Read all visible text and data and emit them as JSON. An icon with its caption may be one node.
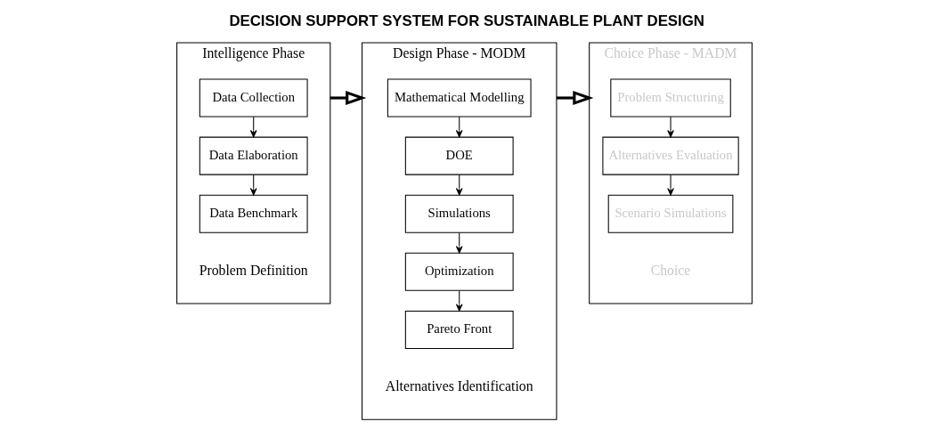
{
  "diagram": {
    "title": "DECISION SUPPORT SYSTEM FOR SUSTAINABLE PLANT DESIGN",
    "nodes": [
      {
        "text": [
          "Intelligence Phase",
          "Problem Definition"
        ]
      },
      {
        "text": [
          "Data Collection"
        ],
        "in": 0
      },
      {
        "text": [
          "Data Elaboration"
        ],
        "in": 0
      },
      {
        "text": [
          "Data Benchmark"
        ],
        "in": 0
      },
      {
        "text": [
          "Design Phase - MODM",
          "Alternatives Identification"
        ]
      },
      {
        "text": [
          "Mathematical Modelling"
        ],
        "in": 4
      },
      {
        "text": [
          "DOE"
        ],
        "in": 4
      },
      {
        "text": [
          "Simulations"
        ],
        "in": 4
      },
      {
        "text": [
          "Optimization"
        ],
        "in": 4
      },
      {
        "text": [
          "Pareto Front"
        ],
        "in": 4
      },
      {
        "text": [
          "Choice Phase - MADM",
          "Choice"
        ]
      },
      {
        "text": [
          "Problem Structuring"
        ],
        "in": 10
      },
      {
        "text": [
          "Alternatives Evaluation"
        ],
        "in": 10
      },
      {
        "text": [
          "Scenario Simulations"
        ],
        "in": 10
      }
    ],
    "edges": [
      {
        "from": 1,
        "to": 2,
        "arrow": "to"
      },
      {
        "from": 2,
        "to": 3,
        "arrow": "to"
      },
      {
        "from": 5,
        "to": 6,
        "arrow": "to"
      },
      {
        "from": 6,
        "to": 7,
        "arrow": "to"
      },
      {
        "from": 7,
        "to": 8,
        "arrow": "to"
      },
      {
        "from": 8,
        "to": 9,
        "arrow": "to"
      },
      {
        "from": 11,
        "to": 12,
        "arrow": "to"
      },
      {
        "from": 12,
        "to": 13,
        "arrow": "to"
      },
      {
        "from": 0,
        "to": 4,
        "arrow": "to",
        "style": "thick"
      },
      {
        "from": 4,
        "to": 10,
        "arrow": "to",
        "style": "thick"
      }
    ]
  }
}
